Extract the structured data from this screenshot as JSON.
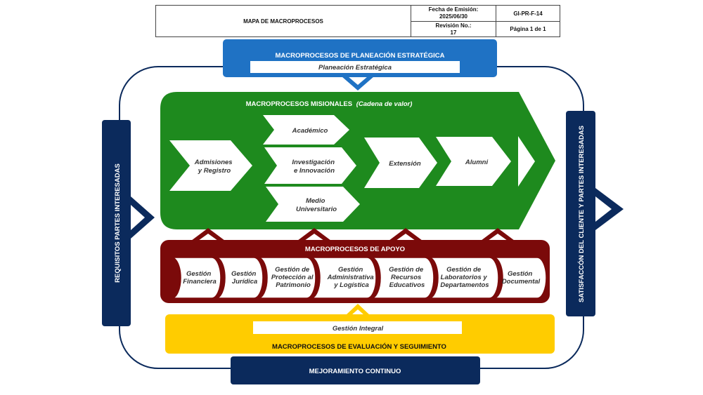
{
  "header": {
    "title": "MAPA DE MACROPROCESOS",
    "fecha_label": "Fecha de Emisión:",
    "fecha_value": "2025/06/30",
    "code": "GI-PR-F-14",
    "revision_label": "Revisión No.:",
    "revision_value": "17",
    "page": "Página 1 de 1"
  },
  "planeacion": {
    "title": "MACROPROCESOS DE PLANEACIÓN ESTRATÉGICA",
    "item": "Planeación Estratégica"
  },
  "misionales": {
    "title": "MACROPROCESOS MISIONALES",
    "subtitle": "(Cadena de valor)",
    "admisiones": [
      "Admisiones",
      "y Registro"
    ],
    "academico": [
      "Académico"
    ],
    "investigacion": [
      "Investigación",
      "e Innovación"
    ],
    "medio": [
      "Medio",
      "Universitario"
    ],
    "extension": [
      "Extensión"
    ],
    "alumni": [
      "Alumni"
    ]
  },
  "apoyo": {
    "title": "MACROPROCESOS DE APOYO",
    "items": [
      [
        "Gestión",
        "Financiera"
      ],
      [
        "Gestión",
        "Jurídica"
      ],
      [
        "Gestión de",
        "Protección al",
        "Patrimonio"
      ],
      [
        "Gestión",
        "Administrativa",
        "y Logística"
      ],
      [
        "Gestión de",
        "Recursos",
        "Educativos"
      ],
      [
        "Gestión de",
        "Laboratorios y",
        "Departamentos"
      ],
      [
        "Gestión",
        "Documental"
      ]
    ]
  },
  "evaluacion": {
    "item": "Gestión Integral",
    "title": "MACROPROCESOS DE EVALUACIÓN Y SEGUIMIENTO"
  },
  "mejoramiento": {
    "title": "MEJORAMIENTO CONTINUO"
  },
  "requisitos": {
    "title": "REQUISITOS PARTES INTERESADAS"
  },
  "satisfaccion": {
    "title": "SATISFACCÓN DEL CLIENTE Y PARTES INTERESADAS"
  },
  "colors": {
    "navy": "#0b2a5c",
    "blue": "#1f72c4",
    "green": "#1e8a1e",
    "maroon": "#7b0a0a",
    "yellow": "#ffcc00"
  }
}
